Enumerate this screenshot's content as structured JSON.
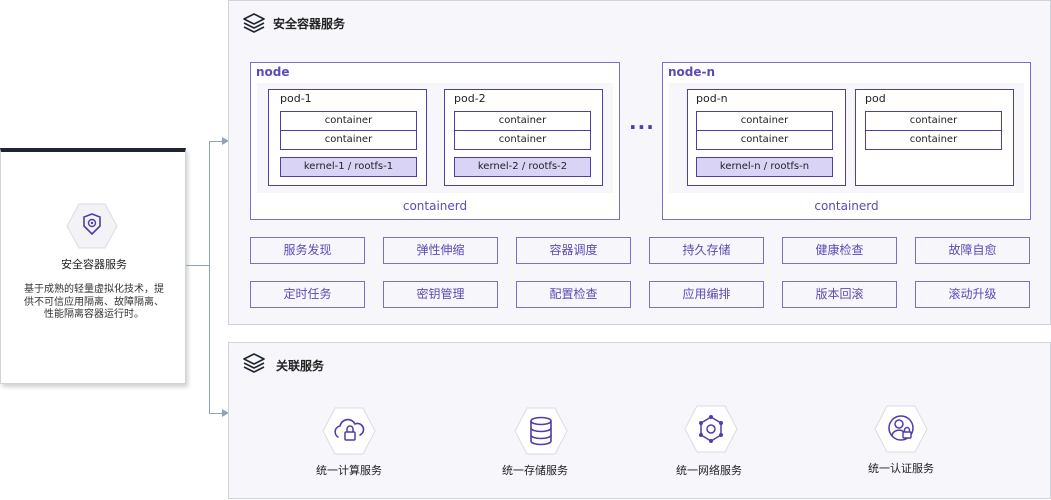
{
  "intro": {
    "title": "安全容器服务",
    "description": "基于成熟的轻量虚拟化技术，提供不可信应用隔离、故障隔离、性能隔离容器运行时。"
  },
  "top_panel": {
    "title": "安全容器服务",
    "nodes": [
      {
        "label": "node",
        "containerd": "containerd",
        "pods": [
          {
            "label": "pod-1",
            "containers": [
              "container",
              "container"
            ],
            "kernel": "kernel-1 / rootfs-1"
          },
          {
            "label": "pod-2",
            "containers": [
              "container",
              "container"
            ],
            "kernel": "kernel-2 / rootfs-2"
          }
        ]
      },
      {
        "label": "node-n",
        "containerd": "containerd",
        "pods": [
          {
            "label": "pod-n",
            "containers": [
              "container",
              "container"
            ],
            "kernel": "kernel-n / rootfs-n"
          },
          {
            "label": "pod",
            "containers": [
              "container",
              "container"
            ]
          }
        ]
      }
    ],
    "ellipsis": "···",
    "services_row1": [
      "服务发现",
      "弹性伸缩",
      "容器调度",
      "持久存储",
      "健康检查",
      "故障自愈"
    ],
    "services_row2": [
      "定时任务",
      "密钥管理",
      "配置检查",
      "应用编排",
      "版本回滚",
      "滚动升级"
    ]
  },
  "bottom_panel": {
    "title": "关联服务",
    "items": [
      {
        "label": "统一计算服务",
        "icon": "cloud-lock-icon"
      },
      {
        "label": "统一存储服务",
        "icon": "database-icon"
      },
      {
        "label": "统一网络服务",
        "icon": "network-icon"
      },
      {
        "label": "统一认证服务",
        "icon": "user-lock-icon"
      }
    ]
  },
  "colors": {
    "accent": "#5b4bb7",
    "border": "#7d6fc6",
    "kernel_fill": "#d9d3f5",
    "panel_bg": "#f6f6fb",
    "connector": "#8fa2b8"
  }
}
